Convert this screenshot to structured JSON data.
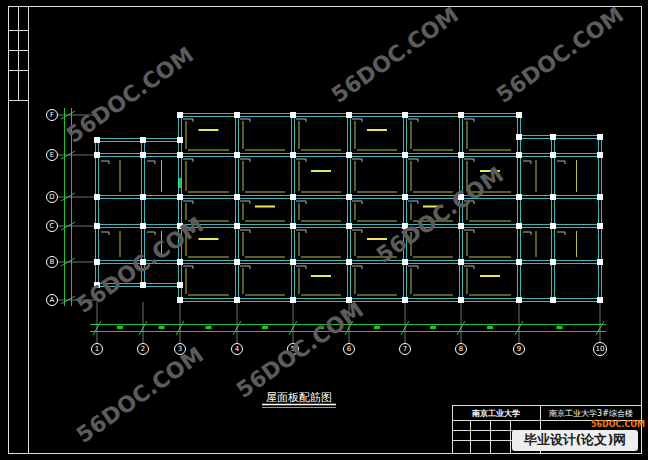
{
  "diagram": {
    "title": "屋面板配筋图",
    "nodes": [
      {
        "text": [
          "F"
        ]
      },
      {
        "text": [
          "E"
        ]
      },
      {
        "text": [
          "D"
        ]
      },
      {
        "text": [
          "C"
        ]
      },
      {
        "text": [
          "B"
        ]
      },
      {
        "text": [
          "A"
        ]
      },
      {
        "text": [
          "1"
        ]
      },
      {
        "text": [
          "2"
        ]
      },
      {
        "text": [
          "3"
        ]
      },
      {
        "text": [
          "4"
        ]
      },
      {
        "text": [
          "5"
        ]
      },
      {
        "text": [
          "6"
        ]
      },
      {
        "text": [
          "7"
        ]
      },
      {
        "text": [
          "8"
        ]
      },
      {
        "text": [
          "9"
        ]
      },
      {
        "text": [
          "10"
        ]
      }
    ],
    "labels": [
      "56DOC.COM",
      "56DOC.COM",
      "56DOC.COM",
      "56DOC.COM",
      "56DOC.COM",
      "56DOC.COM",
      "56DOC.COM",
      "南京工业大学",
      "南京工业大学3#综合楼",
      "56DOC.COM",
      "毕业设计(论文)网"
    ]
  }
}
